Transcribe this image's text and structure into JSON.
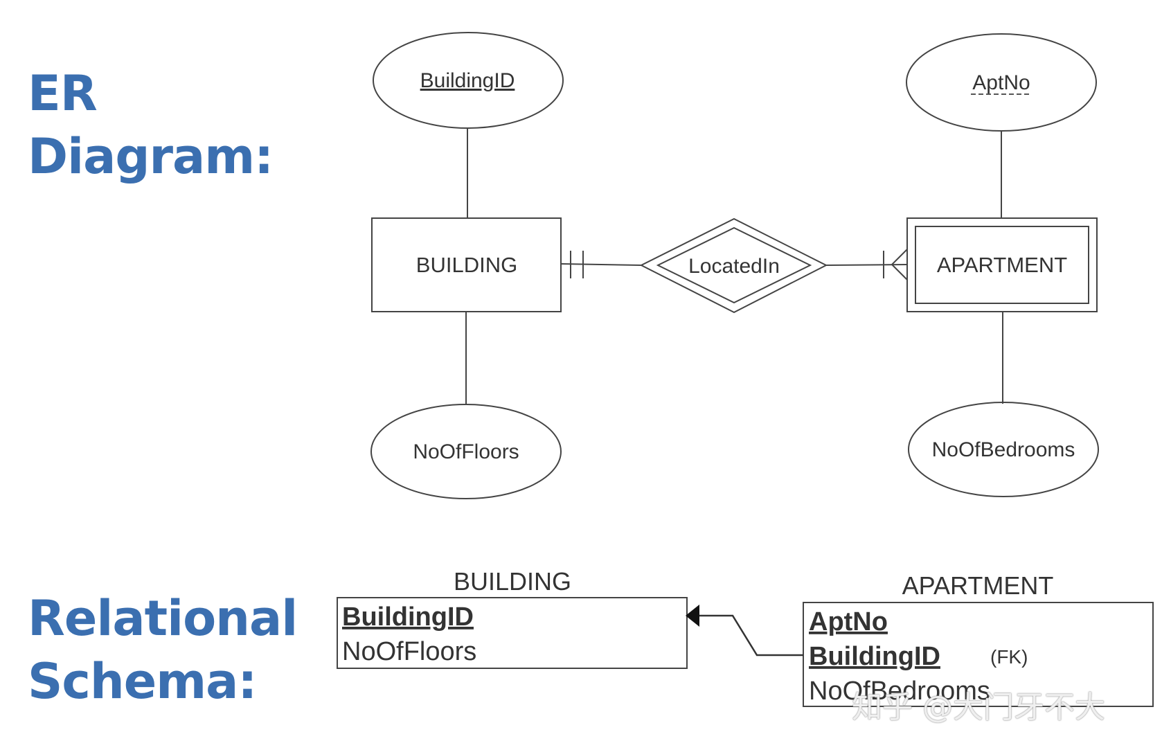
{
  "headings": {
    "er": [
      "ER",
      "Diagram:"
    ],
    "relational": [
      "Relational",
      "Schema:"
    ]
  },
  "er": {
    "entities": {
      "building": "BUILDING",
      "apartment": "APARTMENT"
    },
    "relationship": "LocatedIn",
    "attributes": {
      "building_id": "BuildingID",
      "no_of_floors": "NoOfFloors",
      "apt_no": "AptNo",
      "no_of_bedrooms": "NoOfBedrooms"
    }
  },
  "schema": {
    "building": {
      "title": "BUILDING",
      "fields": [
        "BuildingID",
        "NoOfFloors"
      ]
    },
    "apartment": {
      "title": "APARTMENT",
      "fields": [
        "AptNo",
        "BuildingID",
        "NoOfBedrooms"
      ],
      "fk_note": "(FK)"
    }
  },
  "watermark": "知乎 @大门牙不大"
}
